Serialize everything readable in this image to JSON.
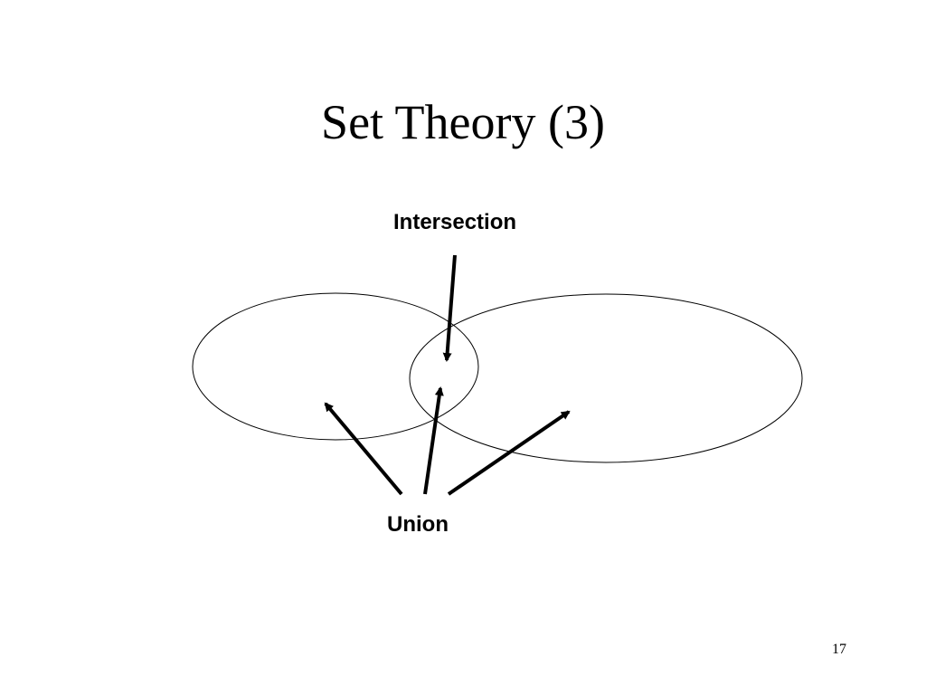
{
  "slide": {
    "title": "Set Theory (3)",
    "page_number": "17"
  },
  "diagram": {
    "intersection_label": "Intersection",
    "union_label": "Union"
  }
}
